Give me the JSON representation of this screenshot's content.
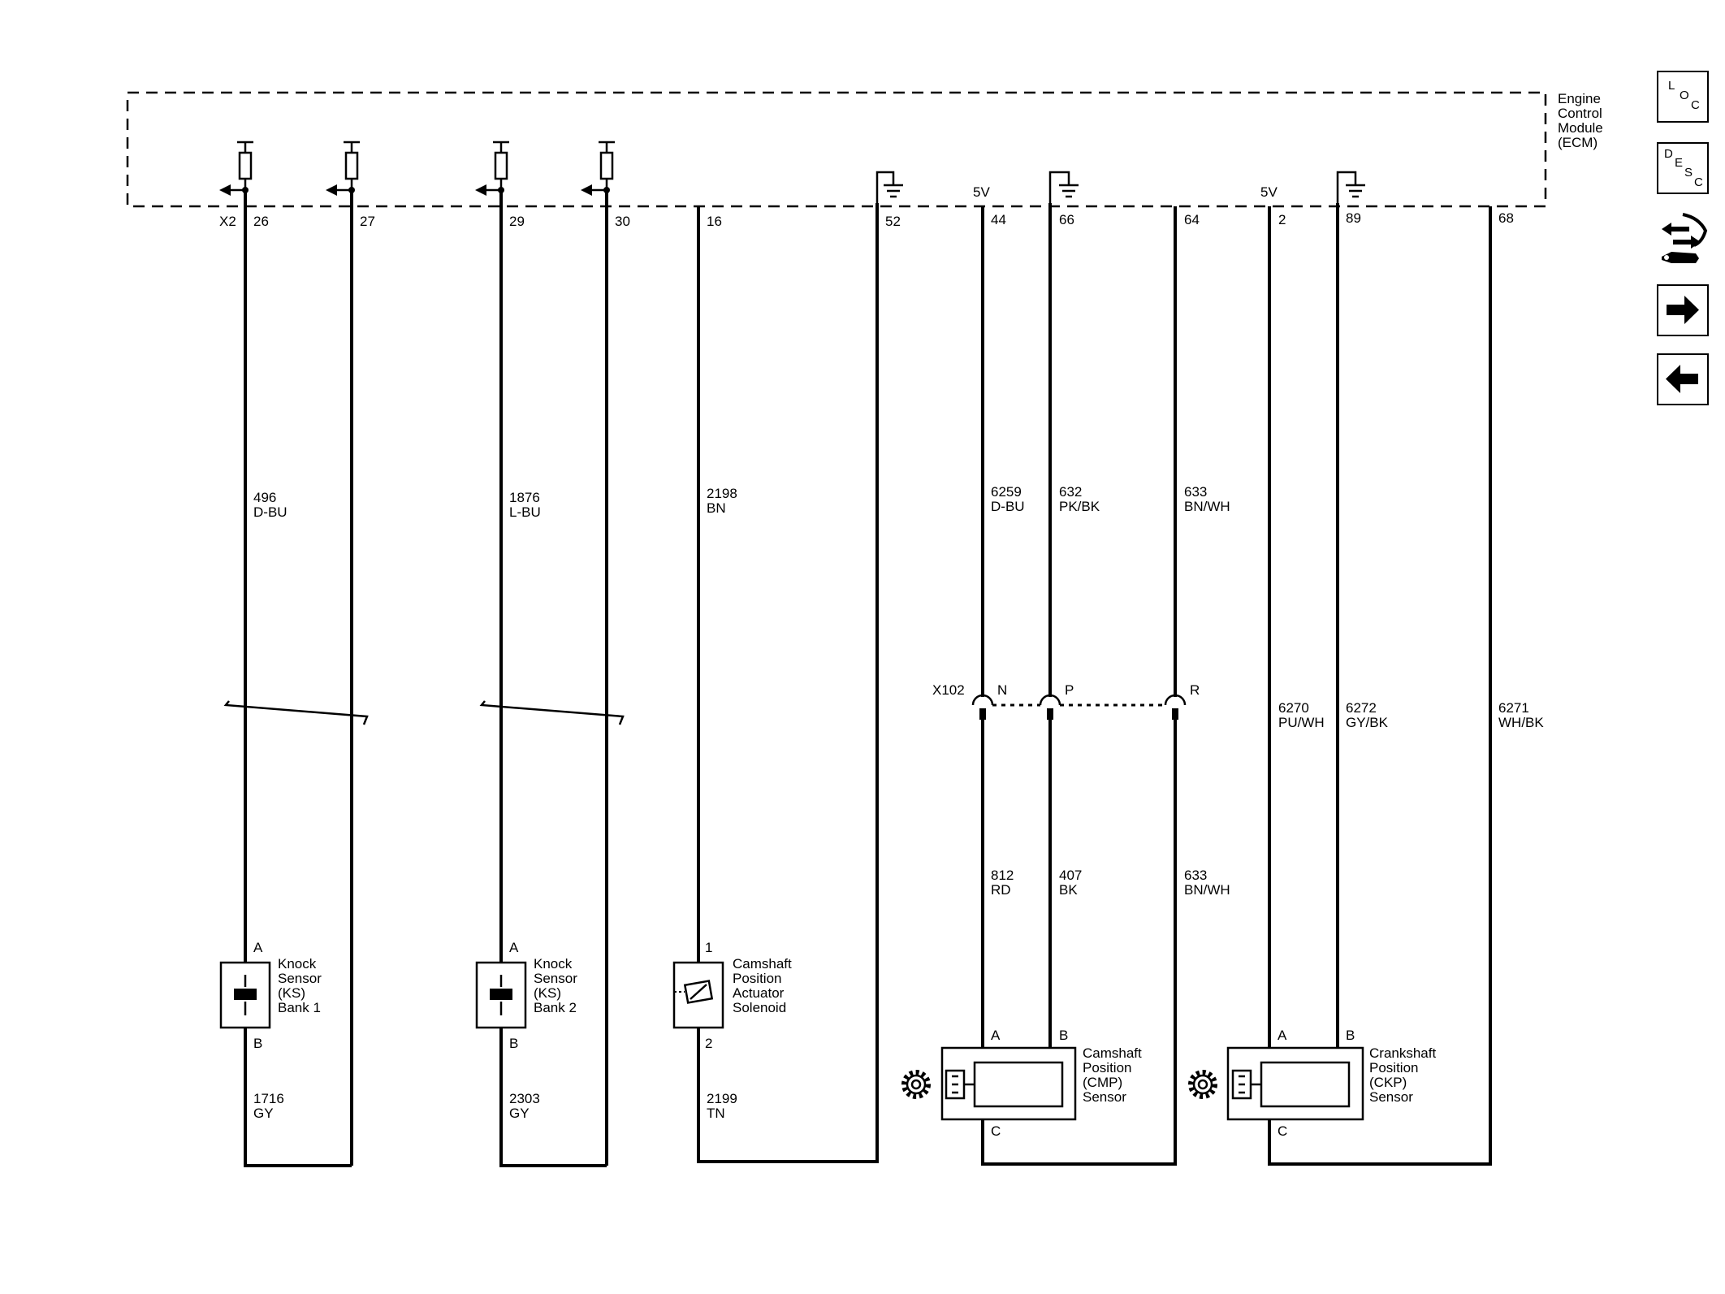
{
  "ecm": {
    "label_lines": [
      "Engine",
      "Control",
      "Module",
      "(ECM)"
    ]
  },
  "connector": {
    "ecm": "X2",
    "inline": "X102"
  },
  "pins": [
    {
      "id": "p26",
      "label": "26"
    },
    {
      "id": "p27",
      "label": "27"
    },
    {
      "id": "p29",
      "label": "29"
    },
    {
      "id": "p30",
      "label": "30"
    },
    {
      "id": "p16",
      "label": "16"
    },
    {
      "id": "p52",
      "label": "52"
    },
    {
      "id": "p44",
      "label": "44"
    },
    {
      "id": "p66",
      "label": "66"
    },
    {
      "id": "p64",
      "label": "64"
    },
    {
      "id": "p2",
      "label": "2"
    },
    {
      "id": "p89",
      "label": "89"
    },
    {
      "id": "p68",
      "label": "68"
    }
  ],
  "voltage_labels": [
    "5V",
    "5V"
  ],
  "wires_upper": [
    {
      "circuit": "496",
      "color": "D-BU"
    },
    {
      "circuit": "1876",
      "color": "L-BU"
    },
    {
      "circuit": "2198",
      "color": "BN"
    },
    {
      "circuit": "6259",
      "color": "D-BU"
    },
    {
      "circuit": "632",
      "color": "PK/BK"
    },
    {
      "circuit": "633",
      "color": "BN/WH"
    },
    {
      "circuit": "6270",
      "color": "PU/WH"
    },
    {
      "circuit": "6272",
      "color": "GY/BK"
    },
    {
      "circuit": "6271",
      "color": "WH/BK"
    }
  ],
  "wires_lower": [
    {
      "circuit": "812",
      "color": "RD"
    },
    {
      "circuit": "407",
      "color": "BK"
    },
    {
      "circuit": "633",
      "color": "BN/WH"
    },
    {
      "circuit": "1716",
      "color": "GY"
    },
    {
      "circuit": "2303",
      "color": "GY"
    },
    {
      "circuit": "2199",
      "color": "TN"
    }
  ],
  "inline_pins": [
    "N",
    "P",
    "R"
  ],
  "components": [
    {
      "id": "ks1",
      "name_lines": [
        "Knock",
        "Sensor",
        "(KS)",
        "Bank 1"
      ],
      "pin_top": "A",
      "pin_bottom": "B"
    },
    {
      "id": "ks2",
      "name_lines": [
        "Knock",
        "Sensor",
        "(KS)",
        "Bank 2"
      ],
      "pin_top": "A",
      "pin_bottom": "B"
    },
    {
      "id": "cpa",
      "name_lines": [
        "Camshaft",
        "Position",
        "Actuator",
        "Solenoid"
      ],
      "pin_top": "1",
      "pin_bottom": "2"
    },
    {
      "id": "cmp",
      "name_lines": [
        "Camshaft",
        "Position",
        "(CMP)",
        "Sensor"
      ],
      "pins": [
        "A",
        "B",
        "C"
      ]
    },
    {
      "id": "ckp",
      "name_lines": [
        "Crankshaft",
        "Position",
        "(CKP)",
        "Sensor"
      ],
      "pins": [
        "A",
        "B",
        "C"
      ]
    }
  ],
  "nav": {
    "loc": [
      "L",
      "O",
      "C"
    ],
    "desc": [
      "D",
      "E",
      "S",
      "C"
    ],
    "icons": [
      "connector-tool-icon",
      "arrow-right-icon",
      "arrow-left-icon"
    ]
  }
}
